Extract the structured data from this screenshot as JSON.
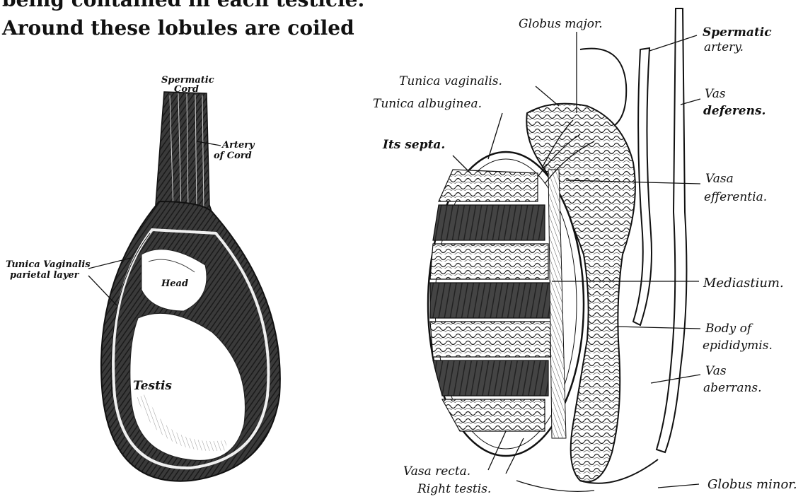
{
  "text": {
    "line1": "being contained in each testicle.",
    "line2": "Around these lobules are coiled"
  },
  "left_figure": {
    "labels": {
      "spermatic_cord_1": "Spermatic",
      "spermatic_cord_2": "Cord",
      "artery_of_cord_1": "Artery",
      "artery_of_cord_2": "of Cord",
      "tunica_vaginalis_1": "Tunica Vaginalis",
      "tunica_vaginalis_2": "parietal layer",
      "head": "Head",
      "testis": "Testis"
    }
  },
  "right_figure": {
    "labels": {
      "globus_major": "Globus major.",
      "spermatic_artery_1": "Spermatic",
      "spermatic_artery_2": "artery.",
      "tunica_vaginalis": "Tunica vaginalis.",
      "tunica_albuginea": "Tunica albuginea.",
      "its_septa": "Its septa.",
      "vas_deferens_1": "Vas",
      "vas_deferens_2": "deferens.",
      "vasa_efferentia_1": "Vasa",
      "vasa_efferentia_2": "efferentia.",
      "mediastinum": "Mediastium.",
      "body_of_epididymis_1": "Body of",
      "body_of_epididymis_2": "epididymis.",
      "vas_aberrans_1": "Vas",
      "vas_aberrans_2": "aberrans.",
      "globus_minor": "Globus minor.",
      "vasa_recta": "Vasa recta.",
      "right_testis": "Right testis."
    }
  }
}
